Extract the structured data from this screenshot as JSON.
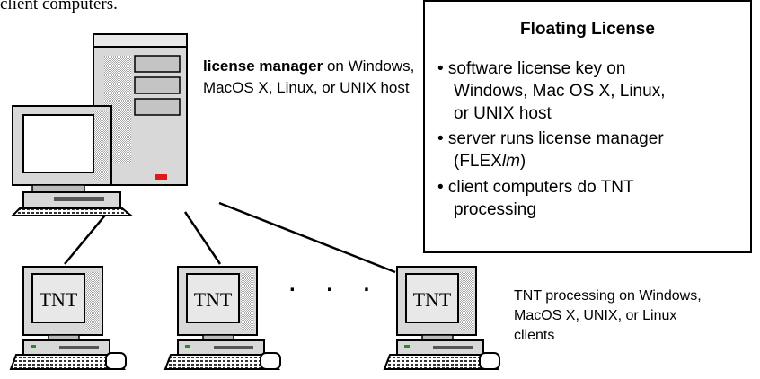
{
  "intro_fragment": "client computers.",
  "server": {
    "caption_bold": "license manager",
    "caption_rest": " on Windows, MacOS X, Linux, or UNIX host"
  },
  "license_box": {
    "title": "Floating License",
    "bullets": [
      {
        "first": "• software license key on",
        "cont": [
          "Windows, Mac OS X, Linux,",
          "or UNIX host"
        ]
      },
      {
        "first": "• server runs license manager",
        "cont": [
          "(FLEXlm)"
        ]
      },
      {
        "first": "• client computers do TNT",
        "cont": [
          "processing"
        ]
      }
    ]
  },
  "clients": {
    "screen_label": "TNT",
    "ellipsis": ". . .",
    "caption": "TNT processing on Windows, MacOS X, UNIX, or Linux clients"
  },
  "colors": {
    "server_led": "#e01818",
    "client_led": "#2a8a2a"
  }
}
